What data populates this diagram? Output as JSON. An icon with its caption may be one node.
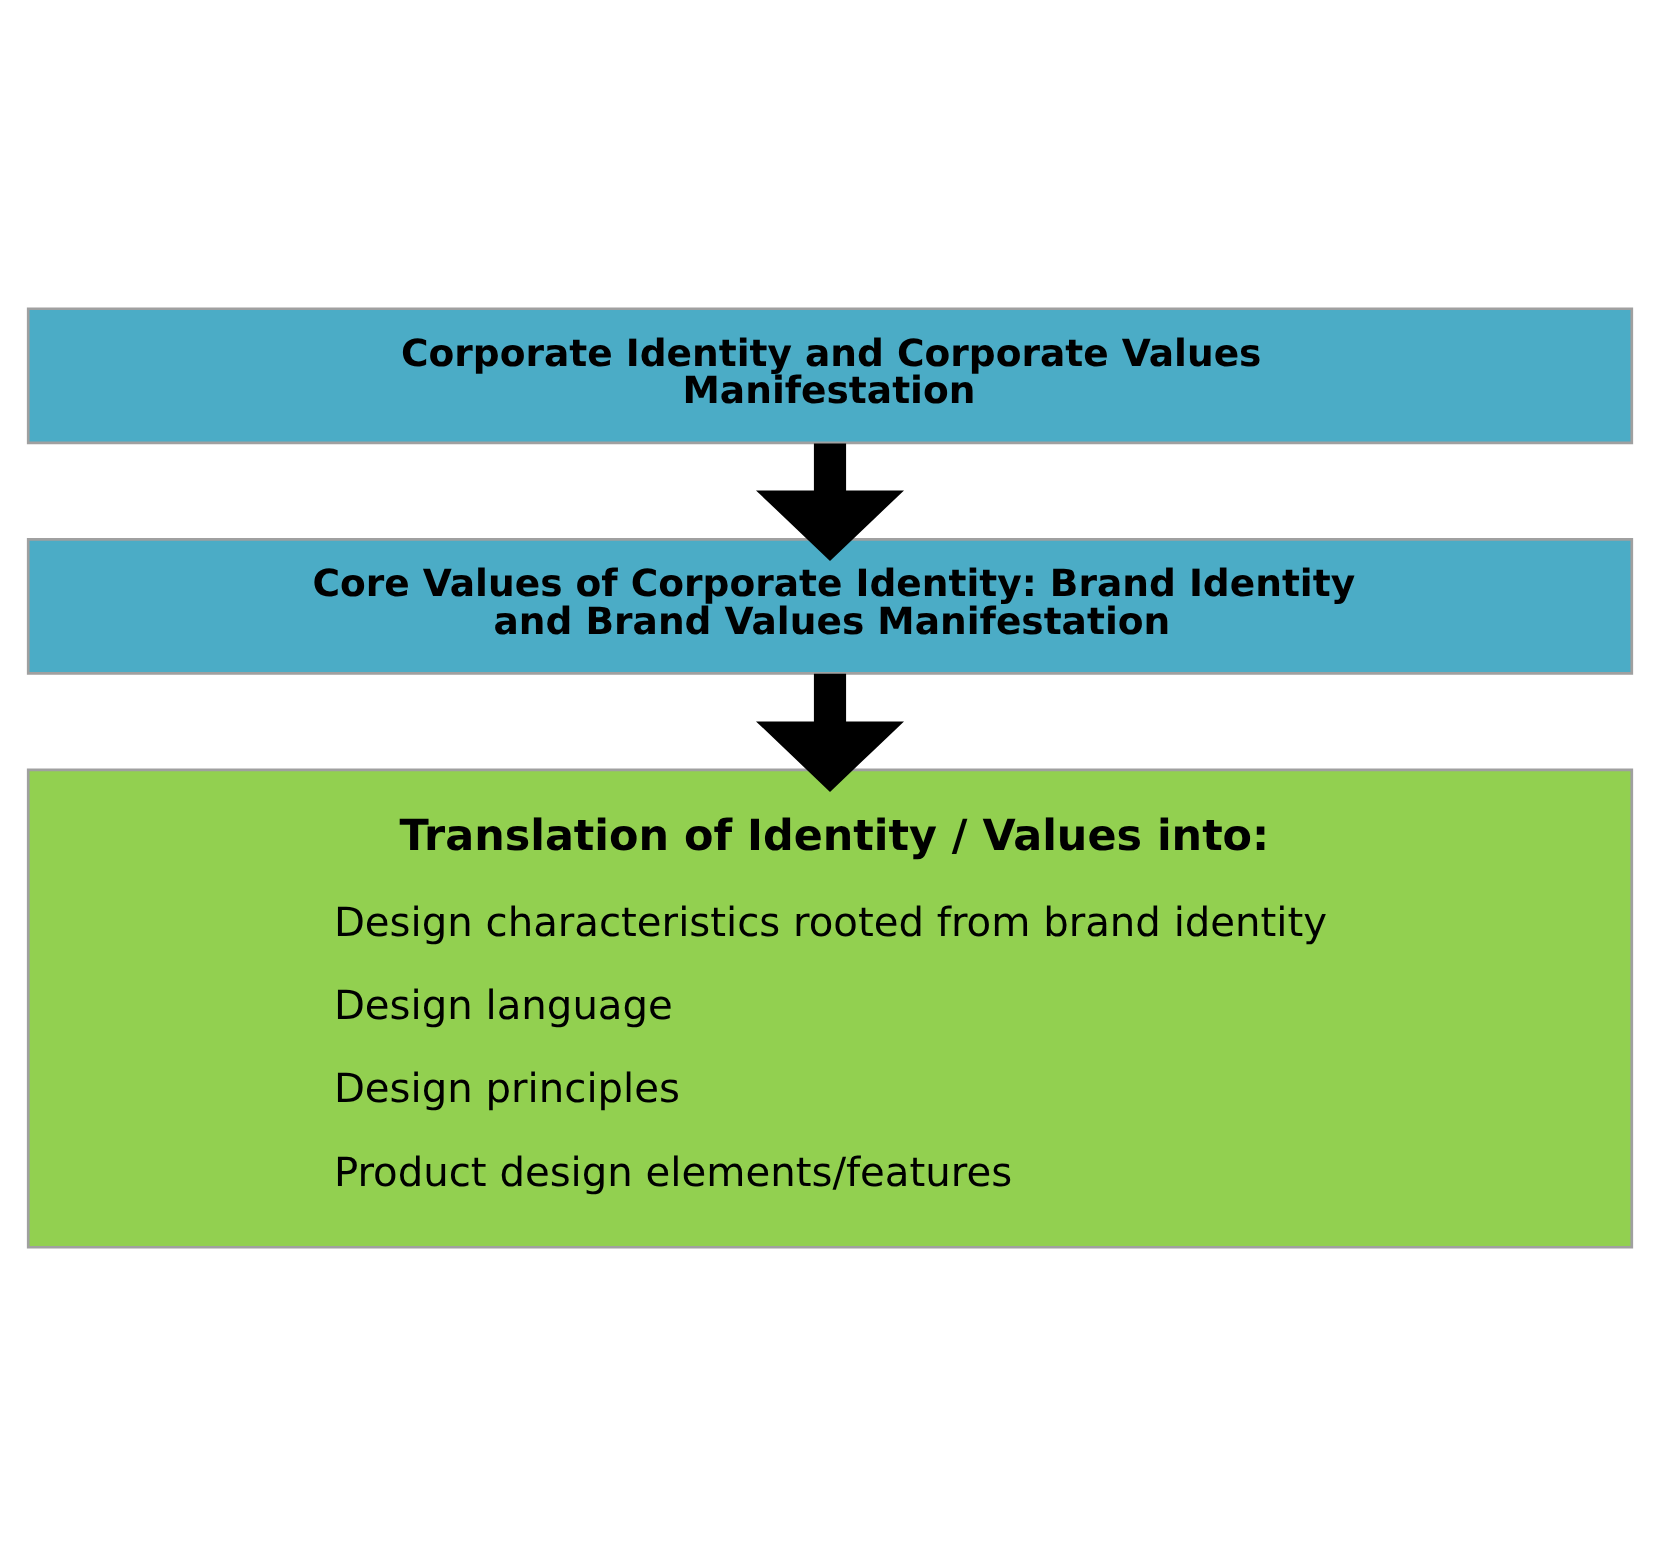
{
  "diagram": {
    "nodes": [
      {
        "text": [
          "Corporate Identity and Corporate Values Manifestation"
        ]
      },
      {
        "text": [
          "Core Values of Corporate Identity: Brand Identity and Brand Values Manifestation"
        ]
      },
      {
        "text": [
          "Translation of Identity / Values into:",
          "Design characteristics rooted from brand identity",
          "Design language",
          "Design principles",
          "Product design elements/features"
        ]
      }
    ],
    "edges": [
      {
        "from": 0,
        "to": 1,
        "arrow": "to"
      },
      {
        "from": 1,
        "to": 2,
        "arrow": "to"
      }
    ]
  }
}
